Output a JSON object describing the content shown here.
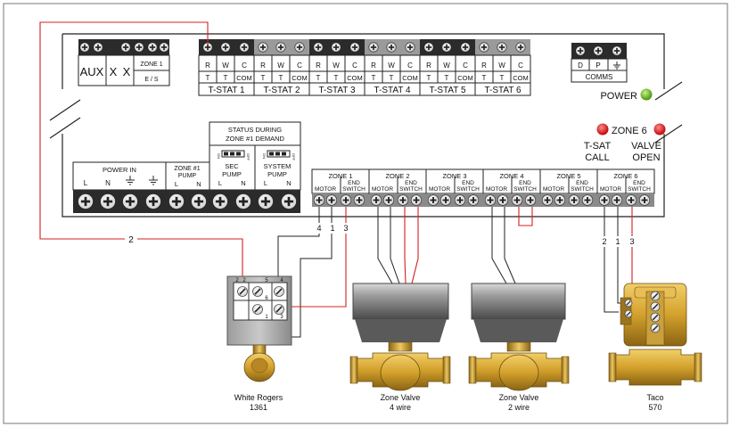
{
  "aux_block": {
    "aux": "AUX",
    "x1": "X",
    "x2": "X",
    "zone1": "ZONE 1",
    "es": "E / S"
  },
  "tstats": [
    {
      "r": "R",
      "w": "W",
      "c": "C",
      "t1": "T",
      "t2": "T",
      "com": "COM",
      "label": "T-STAT 1"
    },
    {
      "r": "R",
      "w": "W",
      "c": "C",
      "t1": "T",
      "t2": "T",
      "com": "COM",
      "label": "T-STAT 2"
    },
    {
      "r": "R",
      "w": "W",
      "c": "C",
      "t1": "T",
      "t2": "T",
      "com": "COM",
      "label": "T-STAT 3"
    },
    {
      "r": "R",
      "w": "W",
      "c": "C",
      "t1": "T",
      "t2": "T",
      "com": "COM",
      "label": "T-STAT 4"
    },
    {
      "r": "R",
      "w": "W",
      "c": "C",
      "t1": "T",
      "t2": "T",
      "com": "COM",
      "label": "T-STAT 5"
    },
    {
      "r": "R",
      "w": "W",
      "c": "C",
      "t1": "T",
      "t2": "T",
      "com": "COM",
      "label": "T-STAT 6"
    }
  ],
  "comms": {
    "d": "D",
    "p": "P",
    "label": "COMMS"
  },
  "power_led": {
    "label": "POWER",
    "color": "#6dbb2a"
  },
  "zone6_led": {
    "label": "ZONE 6",
    "color": "#e01b1b"
  },
  "tsat_call": {
    "line1": "T-SAT",
    "line2": "CALL"
  },
  "valve_open": {
    "line1": "VALVE",
    "line2": "OPEN"
  },
  "status_demand": {
    "line1": "STATUS DURING",
    "line2": "ZONE #1 DEMAND"
  },
  "sec_pump": {
    "line1": "SEC",
    "line2": "PUMP",
    "l": "L",
    "n": "N",
    "on": "ON",
    "off": "OFF"
  },
  "system_pump": {
    "line1": "SYSTEM",
    "line2": "PUMP",
    "l": "L",
    "n": "N",
    "on": "ON",
    "off": "OFF"
  },
  "power_in": {
    "label": "POWER IN",
    "l": "L",
    "n": "N"
  },
  "zone1_pump": {
    "line1": "ZONE #1",
    "line2": "PUMP",
    "l": "L",
    "n": "N"
  },
  "zones": [
    {
      "label": "ZONE 1",
      "motor": "MOTOR",
      "end": "END",
      "switch": "SWITCH"
    },
    {
      "label": "ZONE 2",
      "motor": "MOTOR",
      "end": "END",
      "switch": "SWITCH"
    },
    {
      "label": "ZONE 3",
      "motor": "MOTOR",
      "end": "END",
      "switch": "SWITCH"
    },
    {
      "label": "ZONE 4",
      "motor": "MOTOR",
      "end": "END",
      "switch": "SWITCH"
    },
    {
      "label": "ZONE 5",
      "motor": "MOTOR",
      "end": "END",
      "switch": "SWITCH"
    },
    {
      "label": "ZONE 6",
      "motor": "MOTOR",
      "end": "END",
      "switch": "SWITCH"
    }
  ],
  "wire_labels": {
    "long_wire": "2",
    "z1_a": "4",
    "z1_b": "1",
    "z1_c": "3",
    "z6_a": "2",
    "z6_b": "1",
    "z6_c": "3"
  },
  "wr_terminals": {
    "t2a": "2",
    "t2b": "2",
    "t5": "5",
    "t4": "4",
    "t6": "6",
    "t1": "1",
    "t3": "3"
  },
  "devices": [
    {
      "name": "White Rogers",
      "model": "1361"
    },
    {
      "name": "Zone Valve",
      "model": "4 wire"
    },
    {
      "name": "Zone Valve",
      "model": "2 wire"
    },
    {
      "name": "Taco",
      "model": "570"
    }
  ],
  "colors": {
    "red_wire": "#d42020",
    "brass": "#d4a12c",
    "actuator": "#8f8f8f",
    "panel_dark": "#2b2b2b"
  }
}
